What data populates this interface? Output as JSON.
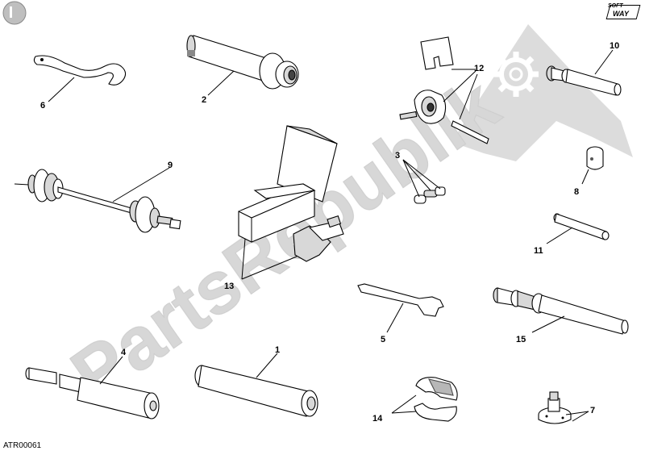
{
  "diagram": {
    "code": "ATR00061",
    "brand_top": "SOFT",
    "brand_bottom": "WAY",
    "watermark": "PartsRepublik",
    "part_numbers": [
      "1",
      "2",
      "3",
      "4",
      "5",
      "6",
      "7",
      "8",
      "9",
      "10",
      "11",
      "12",
      "13",
      "14",
      "15"
    ]
  }
}
